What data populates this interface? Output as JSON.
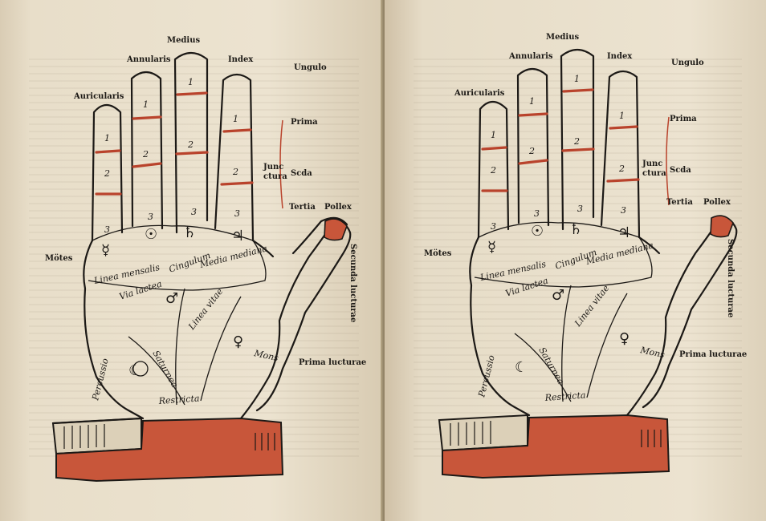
{
  "labels": {
    "medius": "Medius",
    "annularis": "Annularis",
    "index": "Index",
    "auricularis": "Auricularis",
    "ungulo": "Ungulo",
    "prima": "Prima",
    "juncture": "Junc",
    "juncture2": "ctura",
    "secunda": "Scda",
    "tertia": "Tertia",
    "pollex": "Pollex",
    "montes": "Mötes",
    "secunda_lucturae": "Secunda lucturae",
    "prima_lucturae": "Prima lucturae"
  },
  "hand_text": {
    "linea_mensalis": "Linea mensalis",
    "media_mediana": "Media mediana",
    "linea_vite": "Linea vitae",
    "restricta": "Restricta",
    "mons": "Mons",
    "percussio": "Percussio",
    "saturnea": "Saturnea",
    "via_lactea": "Via lactea",
    "cingulum": "Cingulum"
  },
  "phalange_numbers": [
    "1",
    "2",
    "3"
  ],
  "planet_symbols": {
    "mercury": "☿",
    "sun": "☉",
    "saturn": "♄",
    "jupiter": "♃",
    "mars": "♂",
    "venus": "♀",
    "moon": "☾"
  },
  "colors": {
    "ink": "#1c1916",
    "rubric": "#b9432c",
    "paper": "#e9dfcc"
  }
}
